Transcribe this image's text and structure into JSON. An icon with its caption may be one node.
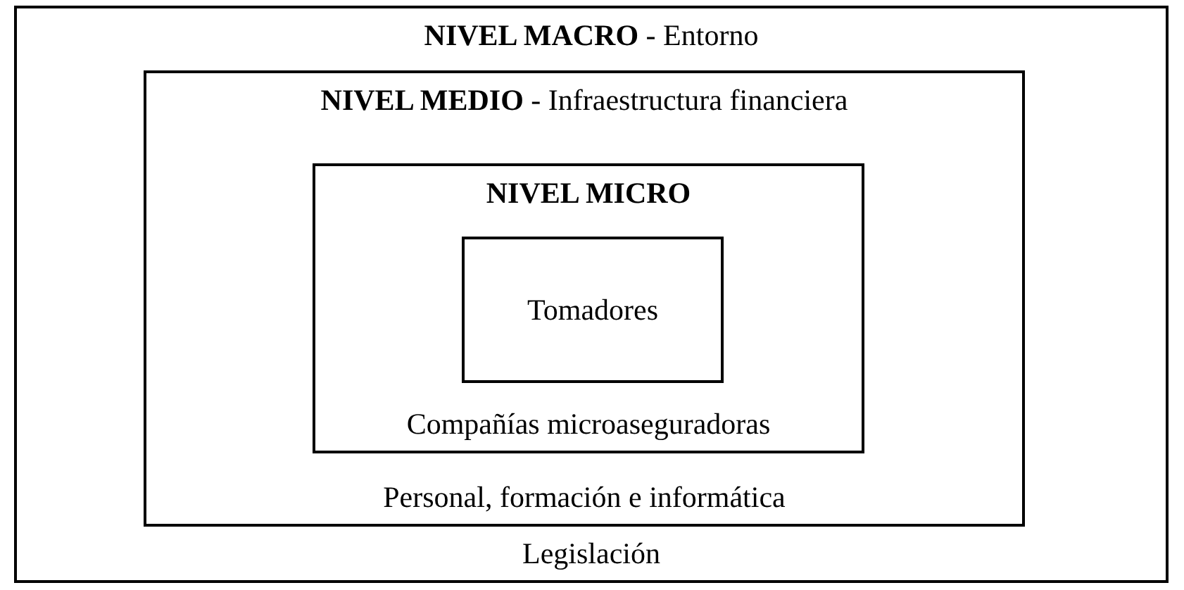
{
  "diagram": {
    "nodes": [
      {
        "text": [
          "**NIVEL MACRO** - Entorno",
          "Legislación"
        ]
      },
      {
        "text": [
          "**NIVEL MEDIO** - Infraestructura financiera",
          "Personal, formación e informática"
        ],
        "in": 0
      },
      {
        "text": [
          "NIVEL MICRO",
          "Compañías microaseguradoras"
        ],
        "in": 1
      },
      {
        "text": [
          "Tomadores"
        ],
        "in": 2
      }
    ]
  }
}
